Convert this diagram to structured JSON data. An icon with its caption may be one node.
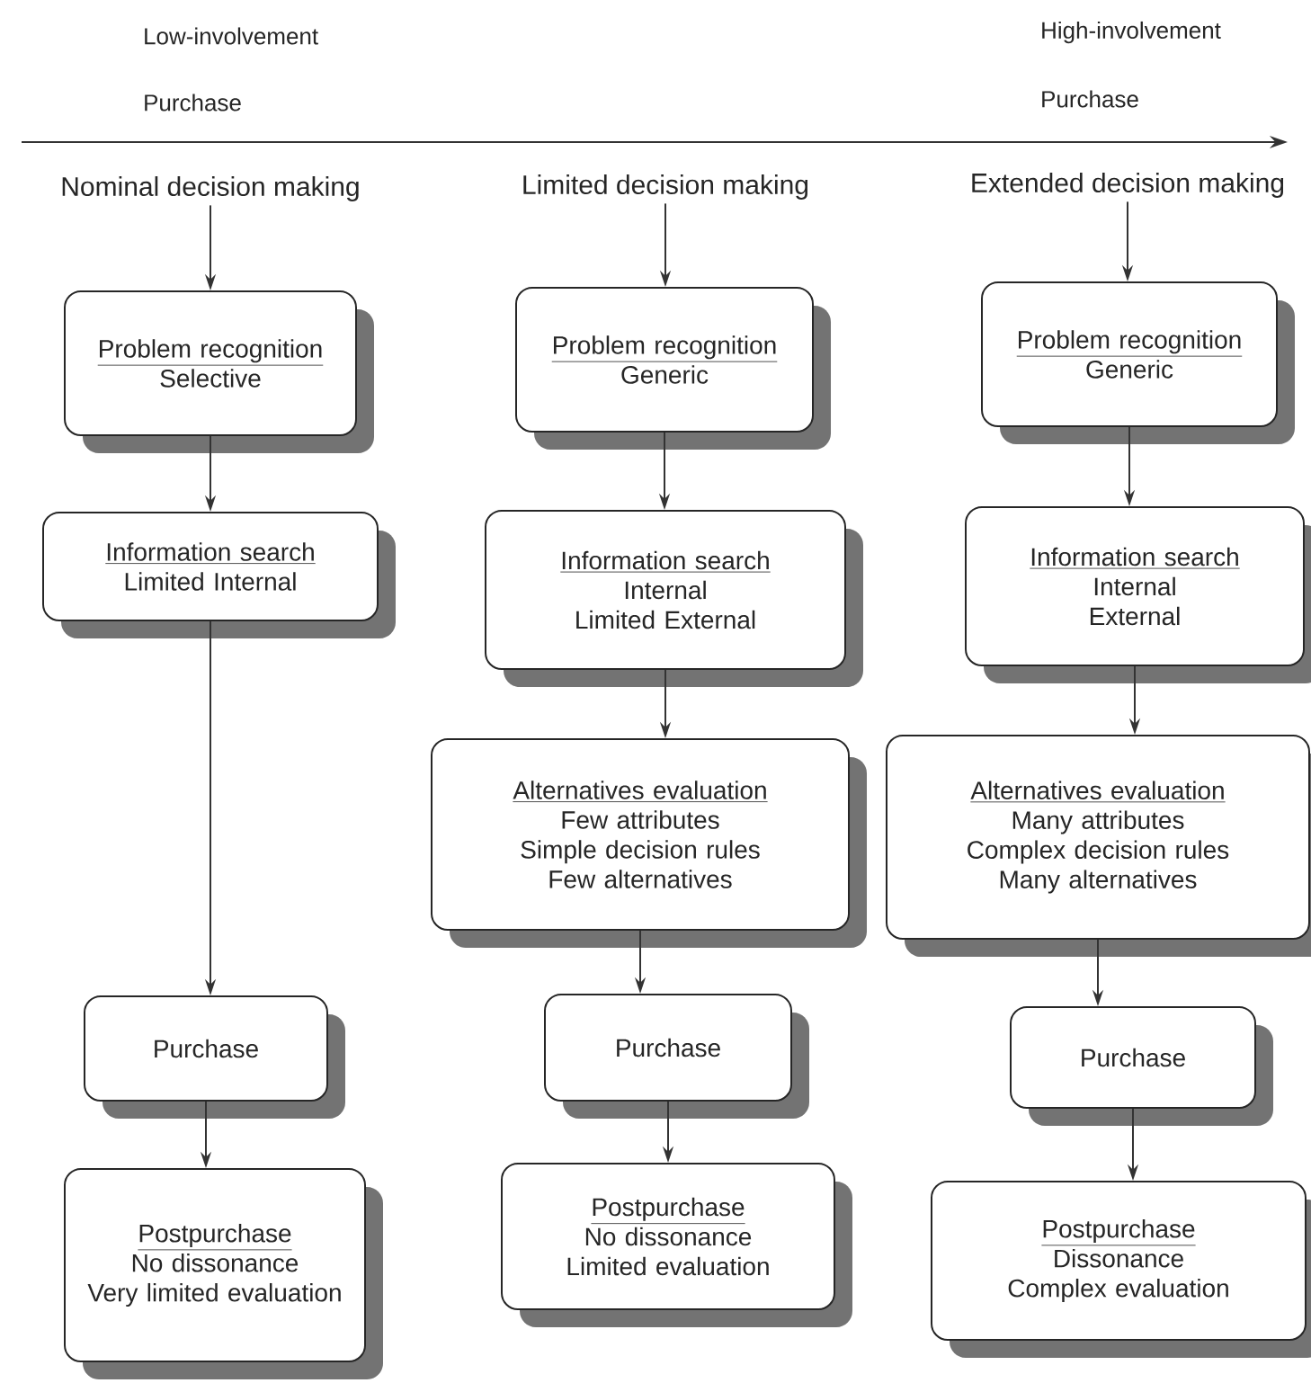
{
  "diagram": {
    "nodes": [
      {
        "text": [
          "Nominal decision making"
        ]
      },
      {
        "text": [
          "Problem recognition",
          "Selective"
        ]
      },
      {
        "text": [
          "Information search",
          "Limited Internal"
        ]
      },
      {
        "text": [
          "Purchase"
        ]
      },
      {
        "text": [
          "Postpurchase",
          "No dissonance",
          "Very limited evaluation"
        ]
      },
      {
        "text": [
          "Limited decision making"
        ]
      },
      {
        "text": [
          "Problem recognition",
          "Generic"
        ]
      },
      {
        "text": [
          "Information search",
          "Internal",
          "Limited External"
        ]
      },
      {
        "text": [
          "Alternatives evaluation",
          "Few attributes",
          "Simple decision rules",
          "Few alternatives"
        ]
      },
      {
        "text": [
          "Purchase"
        ]
      },
      {
        "text": [
          "Postpurchase",
          "No dissonance",
          "Limited evaluation"
        ]
      },
      {
        "text": [
          "Extended decision making"
        ]
      },
      {
        "text": [
          "Problem recognition",
          "Generic"
        ]
      },
      {
        "text": [
          "Information search",
          "Internal",
          "External"
        ]
      },
      {
        "text": [
          "Alternatives evaluation",
          "Many attributes",
          "Complex decision rules",
          "Many alternatives"
        ]
      },
      {
        "text": [
          "Purchase"
        ]
      },
      {
        "text": [
          "Postpurchase",
          "Dissonance",
          "Complex evaluation"
        ]
      }
    ],
    "edges": [
      {
        "from": 0,
        "to": 1,
        "arrow": "to"
      },
      {
        "from": 1,
        "to": 2,
        "arrow": "to"
      },
      {
        "from": 2,
        "to": 3,
        "arrow": "to"
      },
      {
        "from": 3,
        "to": 4,
        "arrow": "to"
      },
      {
        "from": 5,
        "to": 6,
        "arrow": "to"
      },
      {
        "from": 6,
        "to": 7,
        "arrow": "to"
      },
      {
        "from": 7,
        "to": 8,
        "arrow": "to"
      },
      {
        "from": 8,
        "to": 9,
        "arrow": "to"
      },
      {
        "from": 9,
        "to": 10,
        "arrow": "to"
      },
      {
        "from": 11,
        "to": 12,
        "arrow": "to"
      },
      {
        "from": 12,
        "to": 13,
        "arrow": "to"
      },
      {
        "from": 13,
        "to": 14,
        "arrow": "to"
      },
      {
        "from": 14,
        "to": 15,
        "arrow": "to"
      },
      {
        "from": 15,
        "to": 16,
        "arrow": "to"
      }
    ],
    "labels": [
      "Low-involvement",
      "Purchase",
      "High-involvement",
      "Purchase"
    ]
  }
}
